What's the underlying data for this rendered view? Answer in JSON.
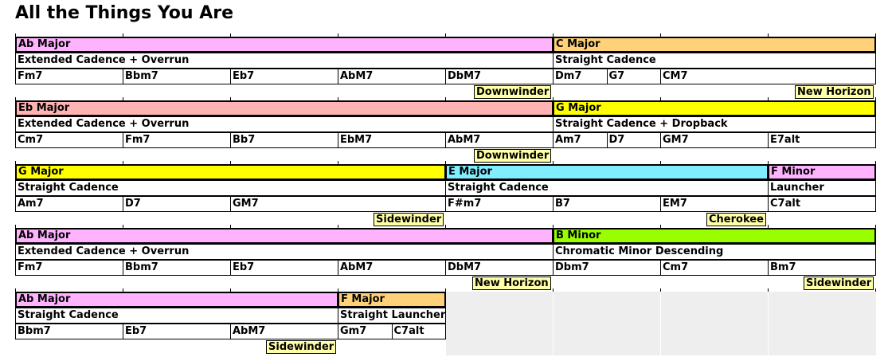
{
  "title": "All the Things You Are",
  "colors": {
    "ab_major": "#ffb3ff",
    "c_major": "#ffd27a",
    "eb_major": "#ffb3b3",
    "g_major": "#ffff00",
    "e_major": "#80eeff",
    "f_minor": "#ffb3ff",
    "b_minor": "#99ff00",
    "f_major": "#ffd27a",
    "tag": "#ffffa8",
    "empty": "#eeeeee"
  },
  "rows": [
    {
      "keys": [
        {
          "label": "Ab Major",
          "color": "#ffb3ff",
          "start": 0,
          "span": 10
        },
        {
          "label": "C Major",
          "color": "#ffd27a",
          "start": 10,
          "span": 6
        }
      ],
      "cadences": [
        {
          "label": "Extended Cadence + Overrun",
          "start": 0,
          "span": 10
        },
        {
          "label": "Straight Cadence",
          "start": 10,
          "span": 6
        }
      ],
      "chords": [
        {
          "label": "Fm7",
          "start": 0,
          "span": 2
        },
        {
          "label": "Bbm7",
          "start": 2,
          "span": 2
        },
        {
          "label": "Eb7",
          "start": 4,
          "span": 2
        },
        {
          "label": "AbM7",
          "start": 6,
          "span": 2
        },
        {
          "label": "DbM7",
          "start": 8,
          "span": 2
        },
        {
          "label": "Dm7",
          "start": 10,
          "span": 1
        },
        {
          "label": "G7",
          "start": 11,
          "span": 1
        },
        {
          "label": "CM7",
          "start": 12,
          "span": 4
        }
      ],
      "tags": [
        {
          "label": "Downwinder",
          "end": 10
        },
        {
          "label": "New Horizon",
          "end": 16
        }
      ]
    },
    {
      "keys": [
        {
          "label": "Eb Major",
          "color": "#ffb3b3",
          "start": 0,
          "span": 10
        },
        {
          "label": "G Major",
          "color": "#ffff00",
          "start": 10,
          "span": 6
        }
      ],
      "cadences": [
        {
          "label": "Extended Cadence + Overrun",
          "start": 0,
          "span": 10
        },
        {
          "label": "Straight Cadence + Dropback",
          "start": 10,
          "span": 6
        }
      ],
      "chords": [
        {
          "label": "Cm7",
          "start": 0,
          "span": 2
        },
        {
          "label": "Fm7",
          "start": 2,
          "span": 2
        },
        {
          "label": "Bb7",
          "start": 4,
          "span": 2
        },
        {
          "label": "EbM7",
          "start": 6,
          "span": 2
        },
        {
          "label": "AbM7",
          "start": 8,
          "span": 2
        },
        {
          "label": "Am7",
          "start": 10,
          "span": 1
        },
        {
          "label": "D7",
          "start": 11,
          "span": 1
        },
        {
          "label": "GM7",
          "start": 12,
          "span": 2
        },
        {
          "label": "E7alt",
          "start": 14,
          "span": 2
        }
      ],
      "tags": [
        {
          "label": "Downwinder",
          "end": 10
        }
      ]
    },
    {
      "keys": [
        {
          "label": "G Major",
          "color": "#ffff00",
          "start": 0,
          "span": 8
        },
        {
          "label": "E Major",
          "color": "#80eeff",
          "start": 8,
          "span": 6
        },
        {
          "label": "F Minor",
          "color": "#ffb3ff",
          "start": 14,
          "span": 2
        }
      ],
      "cadences": [
        {
          "label": "Straight Cadence",
          "start": 0,
          "span": 8
        },
        {
          "label": "Straight Cadence",
          "start": 8,
          "span": 6
        },
        {
          "label": "Launcher",
          "start": 14,
          "span": 2
        }
      ],
      "chords": [
        {
          "label": "Am7",
          "start": 0,
          "span": 2
        },
        {
          "label": "D7",
          "start": 2,
          "span": 2
        },
        {
          "label": "GM7",
          "start": 4,
          "span": 4
        },
        {
          "label": "F#m7",
          "start": 8,
          "span": 2
        },
        {
          "label": "B7",
          "start": 10,
          "span": 2
        },
        {
          "label": "EM7",
          "start": 12,
          "span": 2
        },
        {
          "label": "C7alt",
          "start": 14,
          "span": 2
        }
      ],
      "tags": [
        {
          "label": "Sidewinder",
          "end": 8
        },
        {
          "label": "Cherokee",
          "end": 14
        }
      ]
    },
    {
      "keys": [
        {
          "label": "Ab Major",
          "color": "#ffb3ff",
          "start": 0,
          "span": 10
        },
        {
          "label": "B Minor",
          "color": "#99ff00",
          "start": 10,
          "span": 6
        }
      ],
      "cadences": [
        {
          "label": "Extended Cadence + Overrun",
          "start": 0,
          "span": 10
        },
        {
          "label": "Chromatic Minor Descending",
          "start": 10,
          "span": 6
        }
      ],
      "chords": [
        {
          "label": "Fm7",
          "start": 0,
          "span": 2
        },
        {
          "label": "Bbm7",
          "start": 2,
          "span": 2
        },
        {
          "label": "Eb7",
          "start": 4,
          "span": 2
        },
        {
          "label": "AbM7",
          "start": 6,
          "span": 2
        },
        {
          "label": "DbM7",
          "start": 8,
          "span": 2
        },
        {
          "label": "Dbm7",
          "start": 10,
          "span": 2
        },
        {
          "label": "Cm7",
          "start": 12,
          "span": 2
        },
        {
          "label": "Bm7",
          "start": 14,
          "span": 2
        }
      ],
      "tags": [
        {
          "label": "New Horizon",
          "end": 10
        },
        {
          "label": "Sidewinder",
          "end": 16
        }
      ]
    },
    {
      "keys": [
        {
          "label": "Ab Major",
          "color": "#ffb3ff",
          "start": 0,
          "span": 6
        },
        {
          "label": "F Major",
          "color": "#ffd27a",
          "start": 6,
          "span": 2
        }
      ],
      "cadences": [
        {
          "label": "Straight Cadence",
          "start": 0,
          "span": 6
        },
        {
          "label": "Straight Launcher",
          "start": 6,
          "span": 2
        }
      ],
      "chords": [
        {
          "label": "Bbm7",
          "start": 0,
          "span": 2
        },
        {
          "label": "Eb7",
          "start": 2,
          "span": 2
        },
        {
          "label": "AbM7",
          "start": 4,
          "span": 2
        },
        {
          "label": "Gm7",
          "start": 6,
          "span": 1
        },
        {
          "label": "C7alt",
          "start": 7,
          "span": 1
        }
      ],
      "tags": [
        {
          "label": "Sidewinder",
          "end": 6
        }
      ],
      "empty_from": 8
    }
  ]
}
